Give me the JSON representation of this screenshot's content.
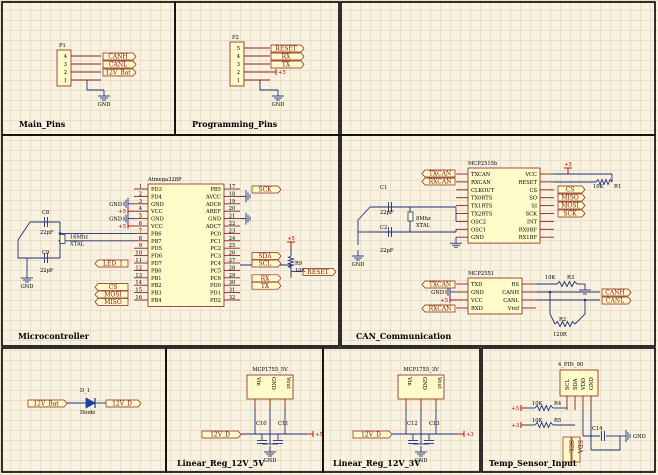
{
  "section_titles": [
    "Main_Pins",
    "Programming_Pins",
    "Microcontroller",
    "CAN_Communication",
    "Linear_Reg_12V_5V",
    "Linear_Reg_12V_3V",
    "Temp_Sensor_Input"
  ],
  "p1": {
    "ref": "P1",
    "pins": [
      "4",
      "3",
      "2",
      "1"
    ],
    "nets": [
      "CANH",
      "CANL",
      "12V_Bat"
    ],
    "gnd": "GND"
  },
  "p2": {
    "ref": "P2",
    "pins": [
      "5",
      "4",
      "3",
      "2",
      "1"
    ],
    "nets": [
      "RESET",
      "RX",
      "TX",
      "+5"
    ],
    "gnd": "GND"
  },
  "mcu": {
    "name": "Atmega328P",
    "left_pins": [
      "PD3",
      "PD4",
      "GND",
      "VCC",
      "GND",
      "VCC",
      "PB6",
      "PB7",
      "PD5",
      "PD6",
      "PD7",
      "PB0",
      "PB1",
      "PB2",
      "PB3",
      "PB4"
    ],
    "left_nums": [
      "1",
      "2",
      "3",
      "4",
      "5",
      "6",
      "7",
      "8",
      "9",
      "10",
      "11",
      "12",
      "13",
      "14",
      "15",
      "16"
    ],
    "right_pins": [
      "PB5",
      "AVCC",
      "ADC6",
      "AREF",
      "GND",
      "ADC7",
      "PC0",
      "PC1",
      "PC2",
      "PC3",
      "PC4",
      "PC5",
      "PC6",
      "PD0",
      "PD1",
      "PD2"
    ],
    "right_nums": [
      "17",
      "18",
      "19",
      "20",
      "21",
      "22",
      "23",
      "24",
      "25",
      "26",
      "27",
      "28",
      "29",
      "30",
      "31",
      "32"
    ],
    "nets_left": [
      "LED_1",
      "CS",
      "MOSI",
      "MISO"
    ],
    "nets_right": [
      "SCK",
      "SDA",
      "SCL",
      "RX",
      "TX",
      "RESET"
    ],
    "caps": [
      "C8",
      "C9"
    ],
    "cap_values": [
      "22pF",
      "22pF"
    ],
    "crystal": [
      "16Mhz",
      "XTAL"
    ],
    "resistor": [
      "R9",
      "10K"
    ],
    "supply": "+5",
    "supply_small": "+5",
    "gnd": "GND"
  },
  "mcp2515": {
    "name": "MCP2515b",
    "left_pins": [
      "TXCAN",
      "RXCAN",
      "CLKOUT",
      "TX0RTS",
      "TX1RTS",
      "TX2RTS",
      "OSC2",
      "OSC1",
      "GND"
    ],
    "right_pins": [
      "VCC",
      "RESET",
      "CS",
      "SO",
      "SI",
      "SCK",
      "INT",
      "RX0BF",
      "RX1BF"
    ],
    "nets_left": [
      "TXCAN",
      "RXCAN"
    ],
    "nets_right": [
      "CS",
      "MISO",
      "MOSI",
      "SCK"
    ],
    "caps": [
      "C1",
      "C2"
    ],
    "cap_values": [
      "22pF",
      "22pF"
    ],
    "crystal": [
      "8Mhz",
      "XTAL"
    ],
    "resistor": [
      "R1",
      "10K"
    ],
    "supply": "+5",
    "gnd": "GND"
  },
  "mcp2551": {
    "name": "MCP2551",
    "left_pins": [
      "TXD",
      "GND",
      "VCC",
      "RXD"
    ],
    "right_pins": [
      "RS",
      "CANH",
      "CANL",
      "Vref"
    ],
    "nets_left": [
      "TXCAN",
      "RXCAN"
    ],
    "nets_right": [
      "CANH",
      "CANL"
    ],
    "r3": [
      "R3",
      "10K"
    ],
    "r2": [
      "R2",
      "120R"
    ],
    "supply": "+5",
    "gnd": "GND"
  },
  "diode": {
    "ref": "D_1",
    "type": "Diode",
    "in": "12V_Bat",
    "out": "12V_D"
  },
  "reg5": {
    "name": "MCP1755_5V",
    "pins": [
      "Vin",
      "GND",
      "Vout"
    ],
    "caps": [
      "C10",
      "C11"
    ],
    "in": "12V_D",
    "out": "+5",
    "gnd": "GND"
  },
  "reg3": {
    "name": "MCP1755_3V",
    "pins": [
      "Vin",
      "GND",
      "Vout"
    ],
    "caps": [
      "C12",
      "C13"
    ],
    "in": "12V_D",
    "out": "+3",
    "gnd": "GND"
  },
  "temp": {
    "name": "4_PIN_90",
    "pins": [
      "SCL",
      "SDA",
      "VDD",
      "GND"
    ],
    "r4": [
      "R4",
      "10K"
    ],
    "r5": [
      "R5",
      "10K"
    ],
    "supplies": [
      "+5",
      "+3"
    ],
    "caps": [
      "C14"
    ],
    "bottom_nets": [
      "SCL",
      "SDA"
    ],
    "gnd": "GND"
  }
}
